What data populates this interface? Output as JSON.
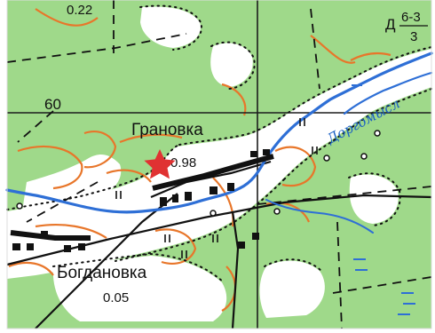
{
  "map": {
    "labels": {
      "village_north": "Грановка",
      "village_south": "Богдановка",
      "river": "Доргомысл",
      "grid_number": "60",
      "mark_north": "0.98",
      "mark_south": "0.05",
      "mark_top": "0.22",
      "sheet_letter": "Д",
      "sheet_numerator": "6-3",
      "sheet_denominator": "3"
    },
    "colors": {
      "forest": "#9fd98a",
      "clearing": "#ffffff",
      "water": "#2e6fd6",
      "contour": "#e8762a",
      "road": "#111111",
      "marker": "#e03232"
    },
    "icons": {
      "marker": "star-marker-icon"
    }
  }
}
